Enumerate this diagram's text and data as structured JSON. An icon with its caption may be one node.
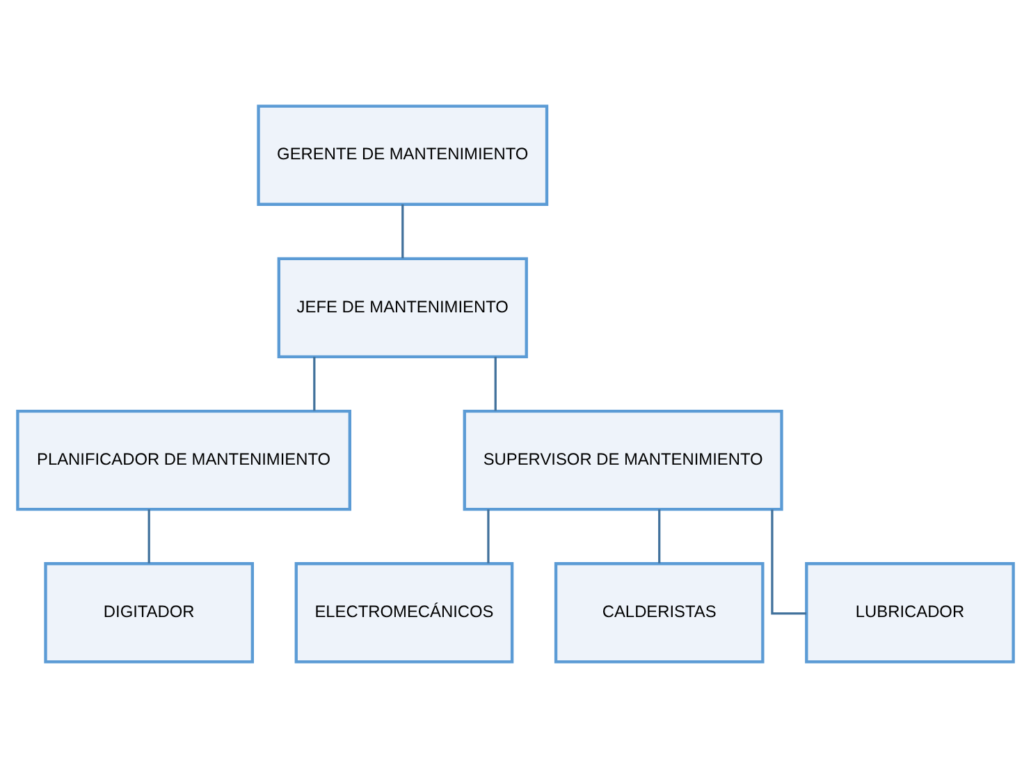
{
  "diagram": {
    "nodes": [
      {
        "text": [
          "GERENTE DE MANTENIMIENTO"
        ]
      },
      {
        "text": [
          "JEFE DE MANTENIMIENTO"
        ]
      },
      {
        "text": [
          "PLANIFICADOR DE MANTENIMIENTO"
        ]
      },
      {
        "text": [
          "SUPERVISOR DE MANTENIMIENTO"
        ]
      },
      {
        "text": [
          "DIGITADOR"
        ]
      },
      {
        "text": [
          "ELECTROMECÁNICOS"
        ]
      },
      {
        "text": [
          "CALDERISTAS"
        ]
      },
      {
        "text": [
          "LUBRICADOR"
        ]
      }
    ],
    "edges": [
      {
        "from": 0,
        "to": 1,
        "arrow": "none"
      },
      {
        "from": 1,
        "to": 2,
        "arrow": "none"
      },
      {
        "from": 1,
        "to": 3,
        "arrow": "none"
      },
      {
        "from": 2,
        "to": 4,
        "arrow": "none"
      },
      {
        "from": 3,
        "to": 5,
        "arrow": "none"
      },
      {
        "from": 3,
        "to": 6,
        "arrow": "none"
      },
      {
        "from": 3,
        "to": 7,
        "arrow": "none"
      }
    ]
  }
}
